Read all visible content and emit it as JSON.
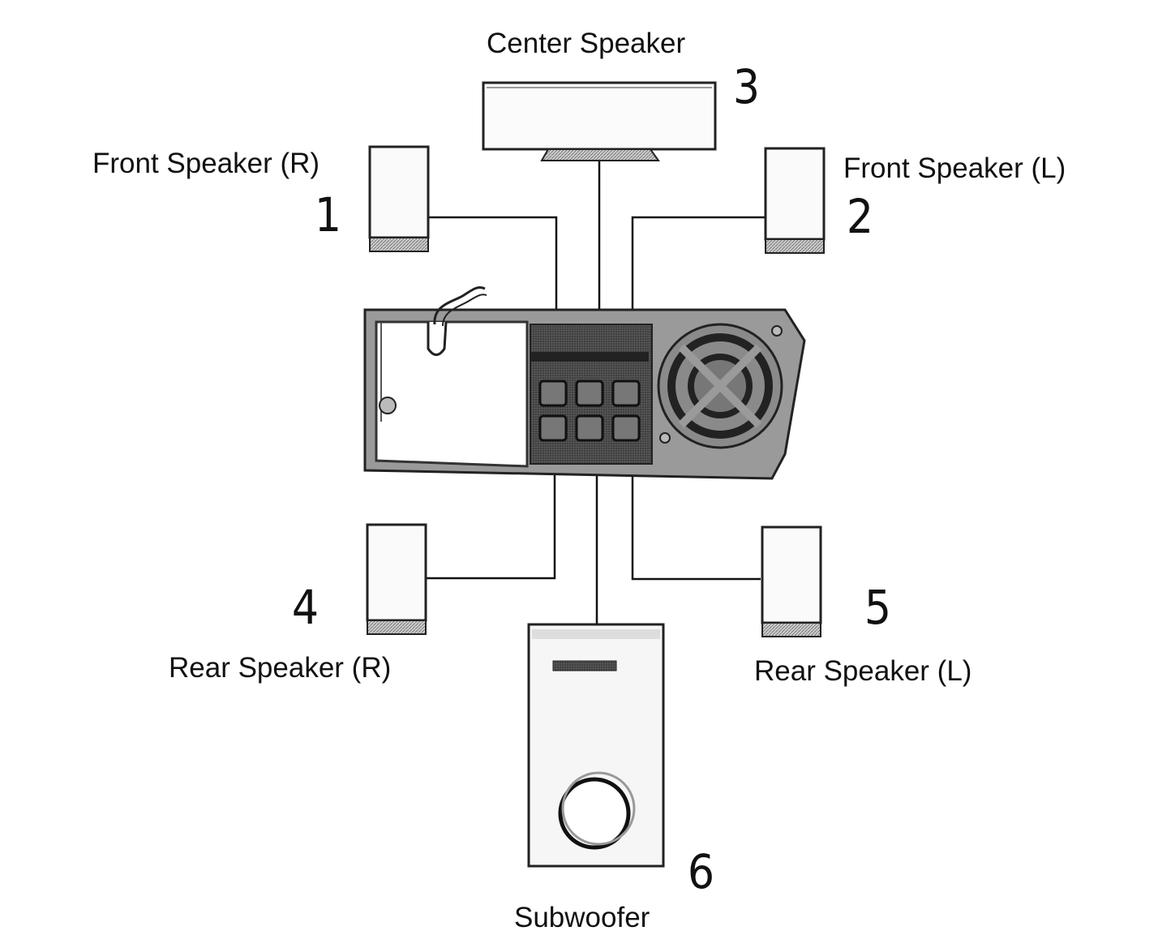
{
  "diagram": {
    "speakers": {
      "center": {
        "label": "Center Speaker",
        "number": "3"
      },
      "front_right": {
        "label": "Front Speaker (R)",
        "number": "1"
      },
      "front_left": {
        "label": "Front Speaker (L)",
        "number": "2"
      },
      "rear_right": {
        "label": "Rear Speaker (R)",
        "number": "4"
      },
      "rear_left": {
        "label": "Rear Speaker (L)",
        "number": "5"
      },
      "subwoofer": {
        "label": "Subwoofer",
        "number": "6"
      }
    }
  }
}
